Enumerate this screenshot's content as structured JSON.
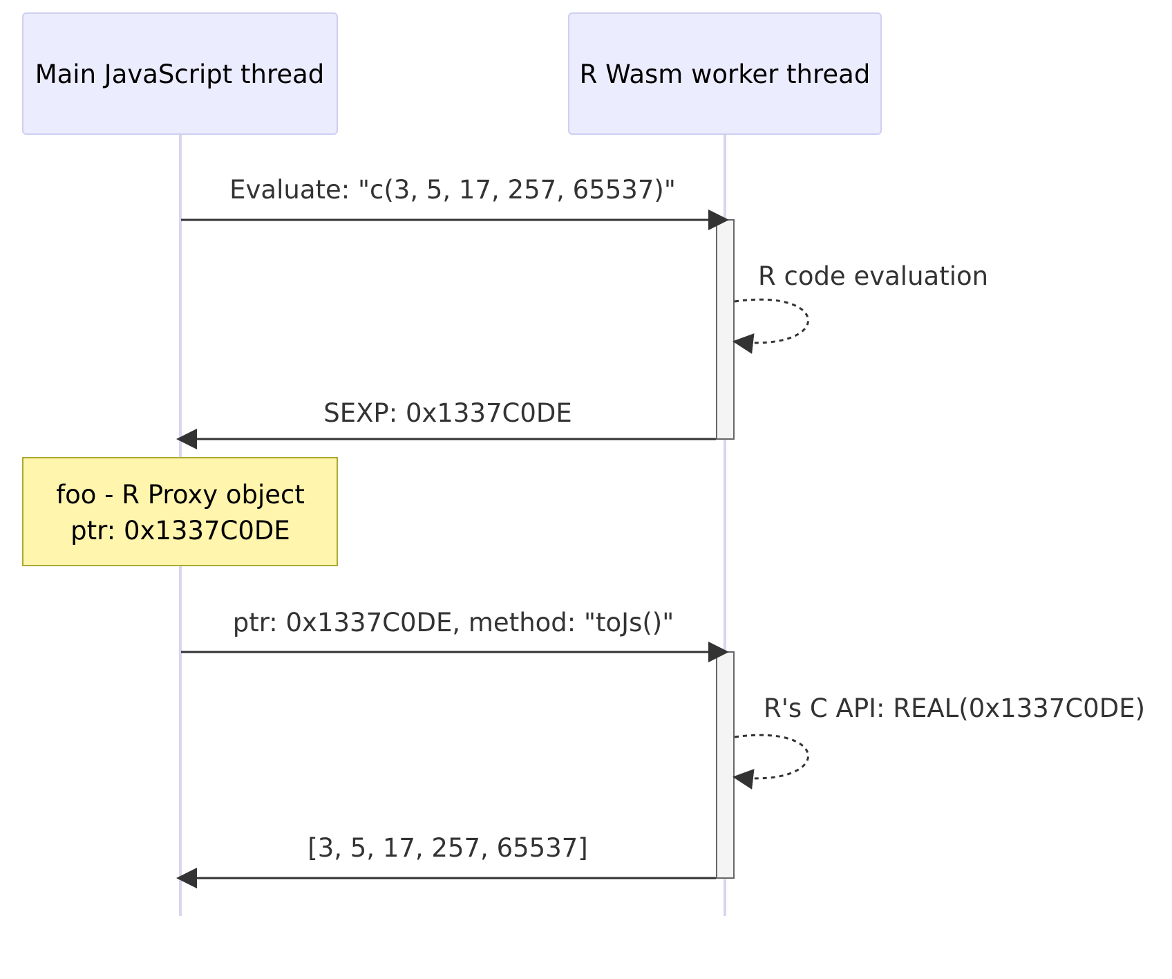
{
  "participants": [
    {
      "label": "Main JavaScript thread"
    },
    {
      "label": "R Wasm worker thread"
    }
  ],
  "messages": [
    {
      "from": "Main JavaScript thread",
      "to": "R Wasm worker thread",
      "label": "Evaluate: \"c(3, 5, 17, 257, 65537)\""
    },
    {
      "from": "R Wasm worker thread",
      "to": "R Wasm worker thread",
      "label": "R code evaluation"
    },
    {
      "from": "R Wasm worker thread",
      "to": "Main JavaScript thread",
      "label": "SEXP: 0x1337C0DE"
    },
    {
      "from": "Main JavaScript thread",
      "to": "R Wasm worker thread",
      "label": "ptr: 0x1337C0DE, method: \"toJs()\""
    },
    {
      "from": "R Wasm worker thread",
      "to": "R Wasm worker thread",
      "label": "R's C API: REAL(0x1337C0DE)"
    },
    {
      "from": "R Wasm worker thread",
      "to": "Main JavaScript thread",
      "label": "[3, 5, 17, 257, 65537]"
    }
  ],
  "note": {
    "over": "Main JavaScript thread",
    "lines": [
      "foo - R Proxy object",
      "ptr: 0x1337C0DE"
    ]
  }
}
